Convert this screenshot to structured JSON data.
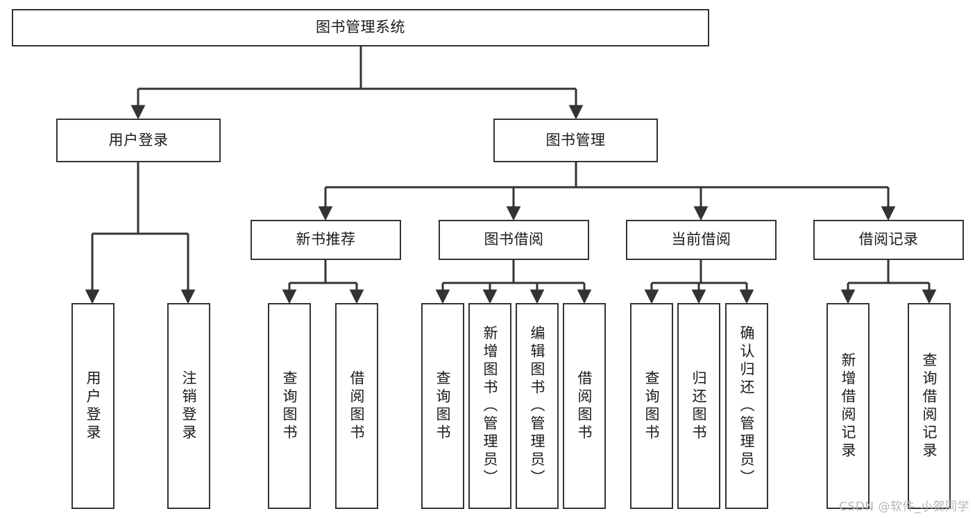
{
  "diagram": {
    "title_label": "图书管理系统",
    "watermark": "CSDN @软件_小贺同学",
    "line_color": "#333333",
    "box_border_color": "#333333",
    "box_fill_color": "#ffffff",
    "text_color": "#1a1a1a",
    "watermark_color": "#b6b6b6"
  },
  "level1": {
    "user_login": "用户登录",
    "book_manage": "图书管理"
  },
  "level2": {
    "new_book_recommend": "新书推荐",
    "book_borrow": "图书借阅",
    "current_borrow": "当前借阅",
    "borrow_record": "借阅记录"
  },
  "leaves": {
    "user_login": [
      "用户登录",
      "注销登录"
    ],
    "new_book_recommend": [
      "查询图书",
      "借阅图书"
    ],
    "book_borrow": [
      "查询图书",
      "新增图书（管理员）",
      "编辑图书（管理员）",
      "借阅图书"
    ],
    "current_borrow": [
      "查询图书",
      "归还图书",
      "确认归还（管理员）"
    ],
    "borrow_record": [
      "新增借阅记录",
      "查询借阅记录"
    ]
  }
}
